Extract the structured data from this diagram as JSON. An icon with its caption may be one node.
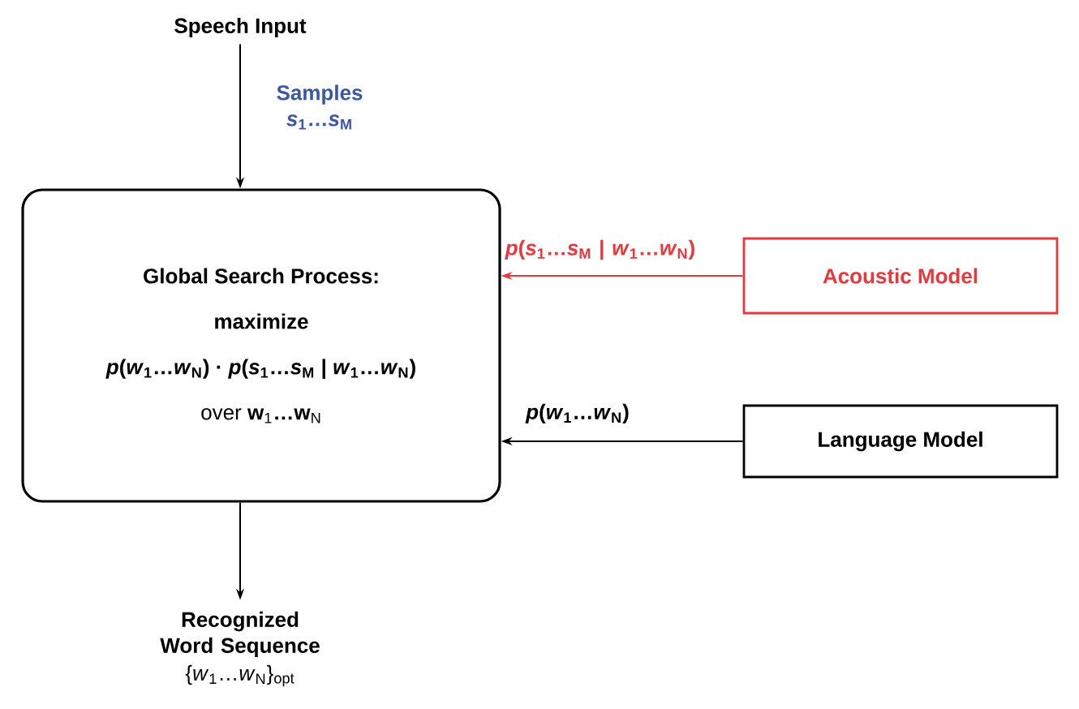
{
  "diagram": {
    "nodes": [
      {
        "text": [
          "Speech Input"
        ]
      },
      {
        "text": [
          "Global Search Process:",
          "maximize",
          "*p*(*w*$_{1}$…*w*$_{N}$) · *p*(*s*$_{1}$…*s*$_{M}$ | *w*$_{1}$…*w*$_{N}$)",
          "over  **w**$_{1}$**…w**$_{N}$"
        ]
      },
      {
        "text": [
          "Acoustic Model"
        ]
      },
      {
        "text": [
          "Language Model"
        ]
      },
      {
        "text": [
          "Recognized Word Sequence",
          "{*w*$_{1}$…*w*$_{N}$}$_{opt}$"
        ]
      }
    ],
    "edges": [
      {
        "from": 0,
        "to": 1,
        "arrow": "to",
        "label": "Samples *s*$_{1}$…*s*$_{M}$"
      },
      {
        "from": 2,
        "to": 1,
        "arrow": "to",
        "color": "#e8383d",
        "label": "*p*(*s*$_{1}$…*s*$_{M}$ | *w*$_{1}$…*w*$_{N}$)"
      },
      {
        "from": 3,
        "to": 1,
        "arrow": "to",
        "label": "*p*(*w*$_{1}$…*w*$_{N}$)"
      },
      {
        "from": 1,
        "to": 4,
        "arrow": "to"
      }
    ]
  }
}
